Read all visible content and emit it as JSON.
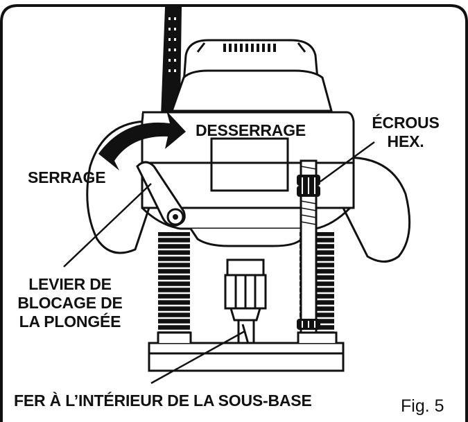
{
  "labels": {
    "desserrage": "DESSERRAGE",
    "serrage": "SERRAGE",
    "ecrous_line1": "ÉCROUS",
    "ecrous_line2": "HEX.",
    "levier_line1": "LEVIER DE",
    "levier_line2": "BLOCAGE DE",
    "levier_line3": "LA PLONGÉE",
    "fer": "FER À L’INTÉRIEUR DE LA SOUS-BASE"
  },
  "caption": "Fig. 5"
}
